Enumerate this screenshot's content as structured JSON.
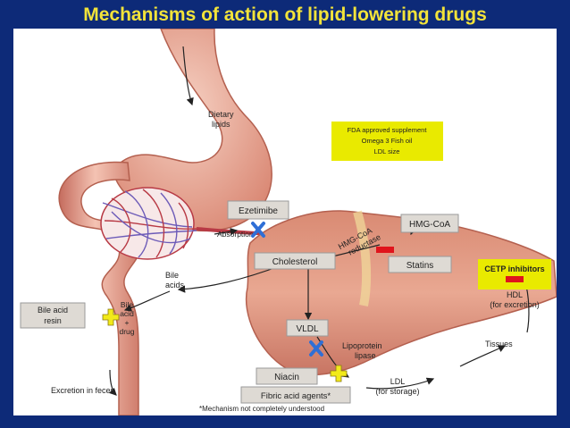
{
  "slide": {
    "title": "Mechanisms of action of lipid-lowering drugs",
    "background_color": "#0d2a78",
    "title_color": "#f2e33a"
  },
  "diagram": {
    "dietary_lipids": [
      "Dietary",
      "lipids"
    ],
    "ezetimibe": "Ezetimibe",
    "absorption": "Absorption",
    "cholesterol": "Cholesterol",
    "hmg_coa": "HMG-CoA",
    "hmg_coa_reductase": [
      "HMG-CoA",
      "reductase"
    ],
    "statins": "Statins",
    "bile_acids": [
      "Bile",
      "acids"
    ],
    "bile_acid_resin": [
      "Bile acid",
      "resin"
    ],
    "bile_acid_drug": [
      "Bile",
      "acid",
      "+",
      "drug"
    ],
    "vldl": "VLDL",
    "lipoprotein_lipase": [
      "Lipoprotein",
      "lipase"
    ],
    "ldl": [
      "LDL",
      "(for storage)"
    ],
    "tissues": "Tissues",
    "hdl": [
      "HDL",
      "(for excretion)"
    ],
    "niacin": "Niacin",
    "fibric_acid_agents": "Fibric acid agents*",
    "excretion": "Excretion in feces",
    "footnote": "*Mechanism not completely understood",
    "supplement_box": [
      "FDA approved supplement",
      "Omega 3 Fish oil",
      "LDL size"
    ],
    "cetp_inhibitors": "CETP inhibitors"
  },
  "colors": {
    "supplement_box": "#e9ea00",
    "cetp_box": "#e9ea00",
    "block_marker": "#2f6fd6",
    "promote_marker": "#f2ea1a",
    "inhibit_bar": "#e0141c",
    "organ": "#e7a28f",
    "label_box": "#dedad4"
  },
  "icons": [
    "block-x-icon",
    "plus-icon",
    "minus-bar-icon"
  ]
}
